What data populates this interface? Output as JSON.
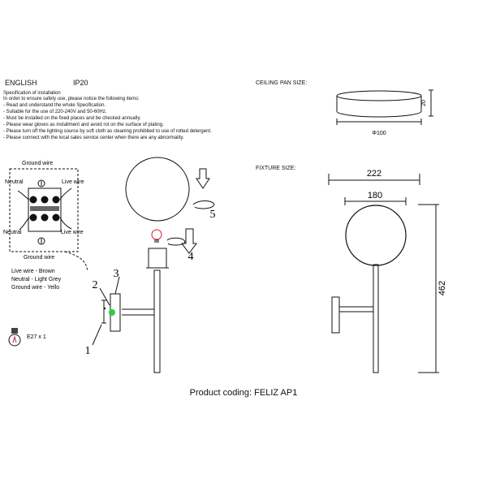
{
  "header": {
    "language": "ENGLISH",
    "ip_rating": "IP20"
  },
  "spec": {
    "title": "Specification of installation",
    "lines": [
      "In order to ensure safety use, please notice the following items:",
      "- Read and understand the whole Specification.",
      "- Suitable for the use of 220-240V and 50-60Hz.",
      "- Must be installed on the fixed places and be checked annually.",
      "- Please wear gloves as installment and avoid rot on the surface of plating.",
      "- Please turn off the lighting source by soft cloth as cleaning prohibited to use of rotted detergent.",
      "- Please connect with the local sales service center when there are any abnormality."
    ]
  },
  "ceiling_pan": {
    "label": "CEILING PAN  SIZE:",
    "diameter": "Φ100",
    "height": "20"
  },
  "fixture": {
    "label": "FIXTURE SIZE:",
    "width_outer": "222",
    "width_inner": "180",
    "height": "462"
  },
  "wiring": {
    "ground_top": "Ground wire",
    "neutral_left": "Neutral",
    "live_right": "Live wire",
    "neutral_left_lower": "Neutral",
    "live_right_lower": "Live wire",
    "ground_bottom": "Ground wire",
    "legend": [
      "Live wire - Brown",
      "Neutral - Light Grey",
      "Ground wire - Yello"
    ]
  },
  "bulb": {
    "label": "E27 x 1"
  },
  "steps": {
    "s1": "1",
    "s2": "2",
    "s3": "3",
    "s4": "4",
    "s5": "5"
  },
  "product": {
    "coding": "Product coding: FELIZ AP1"
  }
}
